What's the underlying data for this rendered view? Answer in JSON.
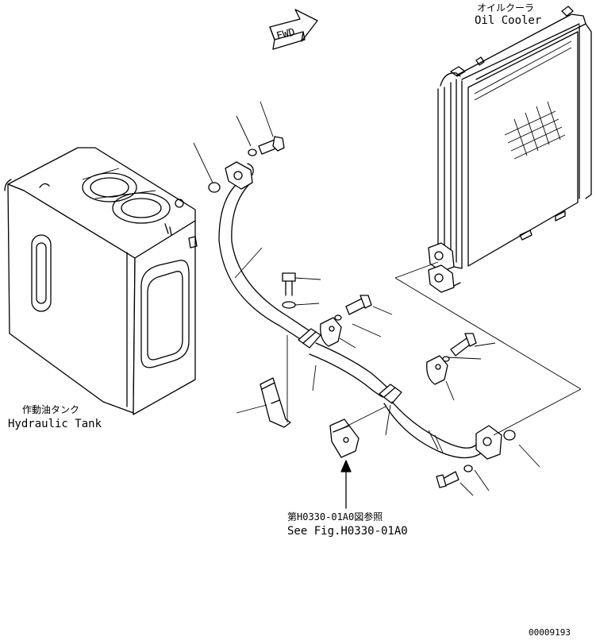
{
  "labels": {
    "fwd": "FWD",
    "oil_cooler_jp": "オイルクーラ",
    "oil_cooler_en": "Oil Cooler",
    "tank_jp": "作動油タンク",
    "tank_en": "Hydraulic Tank",
    "see_fig_jp": "第H0330-01A0図参照",
    "see_fig_en": "See Fig.H0330-01A0",
    "drawing_number": "00009193"
  }
}
